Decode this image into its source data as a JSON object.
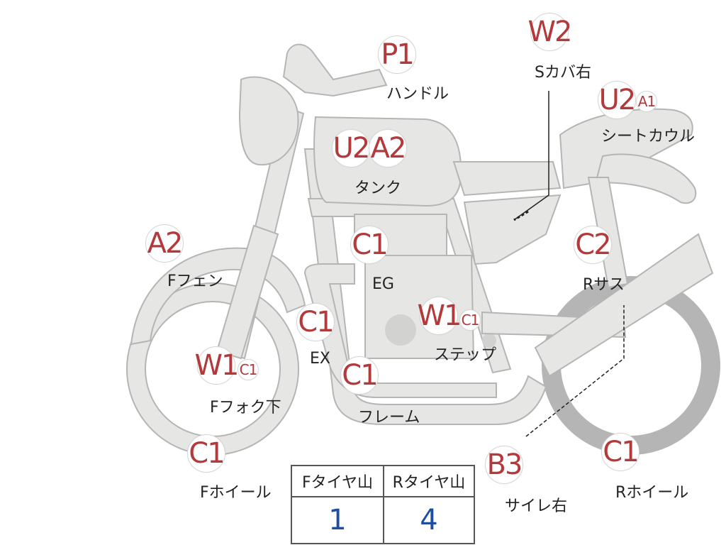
{
  "colors": {
    "code": "#b3393b",
    "label": "#222222",
    "table_value": "#1f4ea1",
    "body": "#e6e6e4",
    "outline": "#b5b5b5"
  },
  "parts": [
    {
      "code": "P1",
      "name": "ハンドル"
    },
    {
      "code": "W2",
      "name": "Sカバ右"
    },
    {
      "code": "U2",
      "subcode": "A1",
      "name": "シートカウル"
    },
    {
      "code": "U2",
      "code2": "A2",
      "name": "タンク"
    },
    {
      "code": "A2",
      "name": "Fフェン"
    },
    {
      "code": "C1",
      "name": "EG"
    },
    {
      "code": "C2",
      "name": "Rサス"
    },
    {
      "code": "C1",
      "name": "EX"
    },
    {
      "code": "W1",
      "subcode": "C1",
      "name": "ステップ"
    },
    {
      "code": "W1",
      "subcode": "C1",
      "name": "Fフォク下"
    },
    {
      "code": "C1",
      "name": "フレーム"
    },
    {
      "code": "B3",
      "name": "サイレ右"
    },
    {
      "code": "C1",
      "name": "Fホイール"
    },
    {
      "code": "C1",
      "name": "Rホイール"
    }
  ],
  "table": {
    "headers": [
      "Fタイヤ山",
      "Rタイヤ山"
    ],
    "values": [
      "1",
      "4"
    ]
  }
}
